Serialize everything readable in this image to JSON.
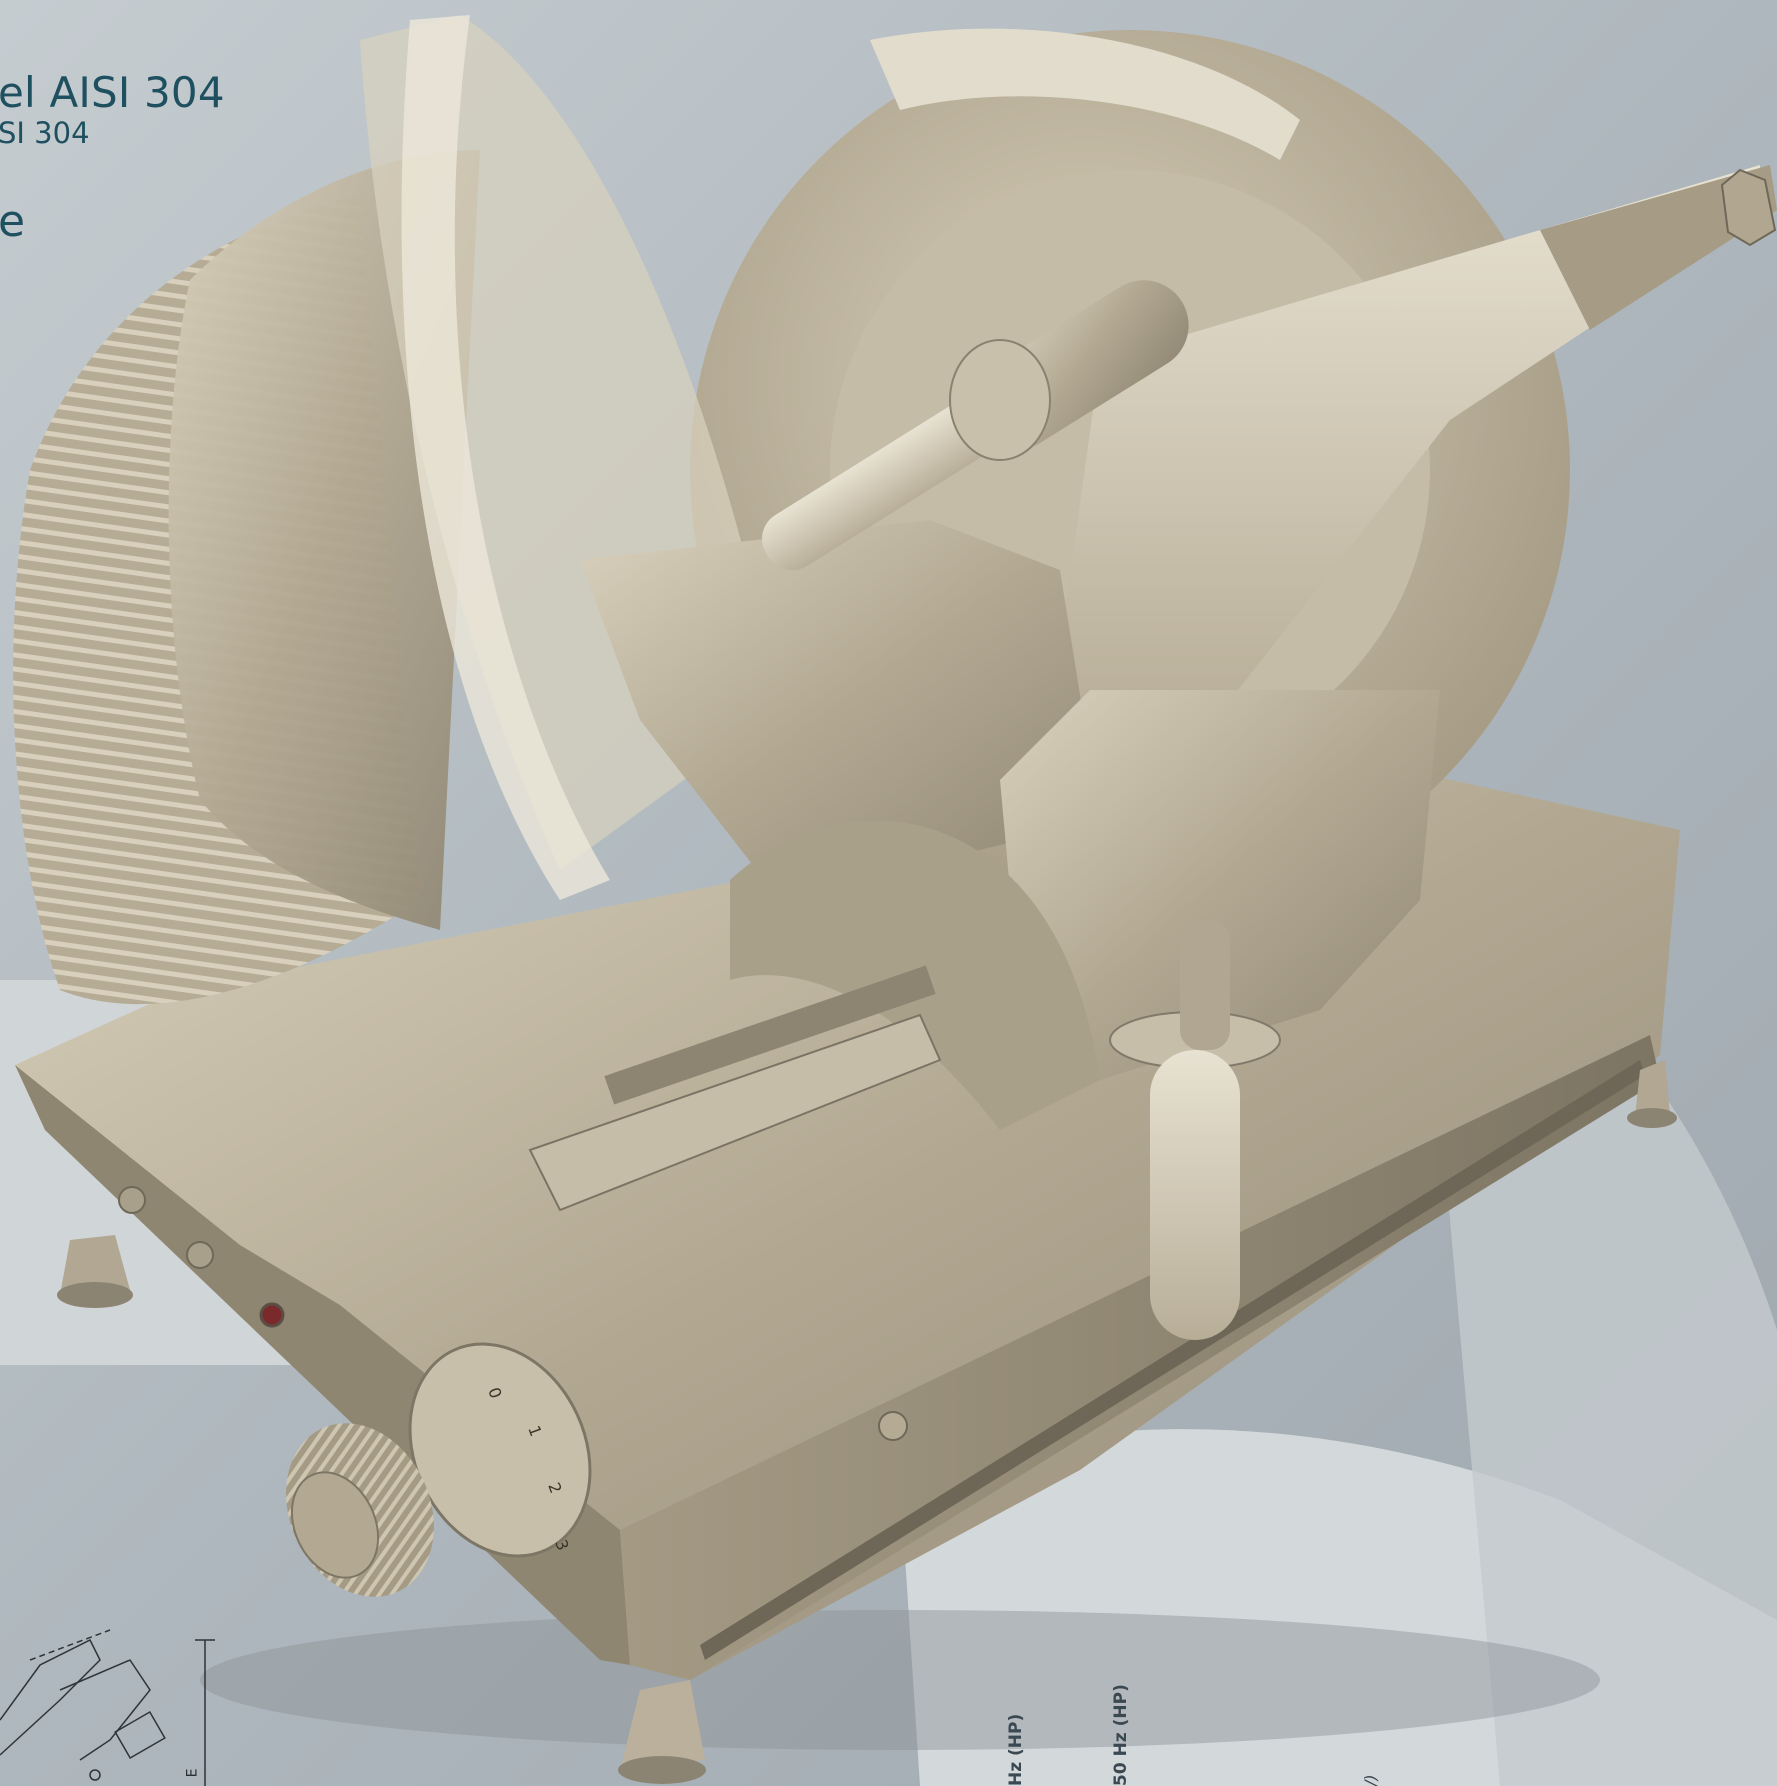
{
  "heading": {
    "line1": "el AISI 304",
    "line2": "SI 304",
    "line3": "e"
  },
  "spec_labels": {
    "col1": "Hz (HP)",
    "col2": "50 Hz (HP)",
    "col3": "/)"
  },
  "diagram": {
    "dimension_label": "E"
  },
  "dial": {
    "numbers": [
      "0",
      "1",
      "2",
      "3"
    ]
  },
  "colors": {
    "heading": "#1f5060",
    "background": "#b9c1c5",
    "metal": "#b5ab95"
  }
}
